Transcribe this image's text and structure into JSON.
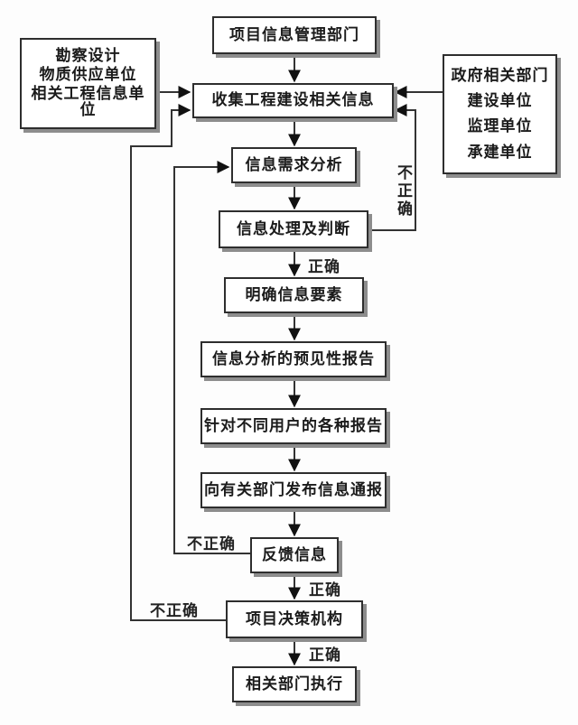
{
  "diagram": {
    "flow_nodes": [
      {
        "id": "project-info-dept",
        "label": "项目信息管理部门"
      },
      {
        "id": "collect-info",
        "label": "收集工程建设相关信息"
      },
      {
        "id": "demand-analysis",
        "label": "信息需求分析"
      },
      {
        "id": "process-judge",
        "label": "信息处理及判断"
      },
      {
        "id": "clarify-elements",
        "label": "明确信息要素"
      },
      {
        "id": "predictive-report",
        "label": "信息分析的预见性报告"
      },
      {
        "id": "user-reports",
        "label": "针对不同用户的各种报告"
      },
      {
        "id": "notify-departments",
        "label": "向有关部门发布信息通报"
      },
      {
        "id": "feedback-info",
        "label": "反馈信息"
      },
      {
        "id": "decision-body",
        "label": "项目决策机构"
      },
      {
        "id": "execute",
        "label": "相关部门执行"
      }
    ],
    "source_left": [
      "勘察设计",
      "物质供应单位",
      "相关工程信息单位"
    ],
    "source_right": [
      "政府相关部门",
      "建设单位",
      "监理单位",
      "承建单位"
    ],
    "edge_labels": {
      "correct": "正确",
      "incorrect": "不正确"
    },
    "colors": {
      "line": "#333333",
      "arrowhead": "#111111",
      "box_border": "#2e2e2e",
      "box_shadow": "#8d8d8d",
      "background": "#fdfdfd",
      "text": "#1b1b1b"
    }
  }
}
